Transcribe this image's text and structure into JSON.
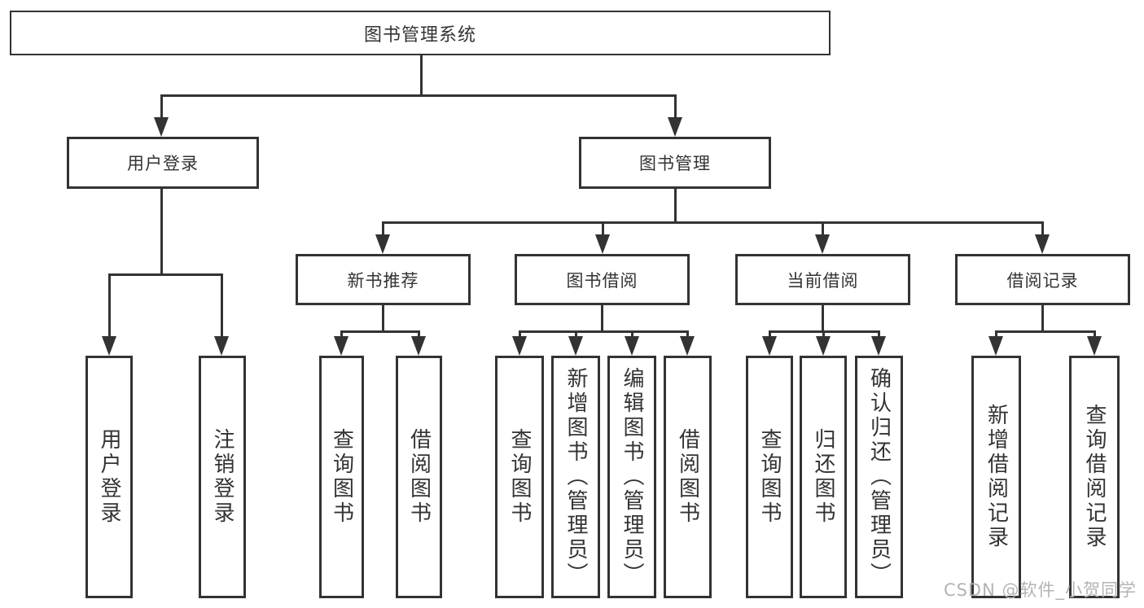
{
  "diagram": {
    "title": "图书管理系统",
    "children": [
      {
        "label": "用户登录",
        "children": [
          {
            "label": "用户登录"
          },
          {
            "label": "注销登录"
          }
        ]
      },
      {
        "label": "图书管理",
        "children": [
          {
            "label": "新书推荐",
            "children": [
              {
                "label": "查询图书"
              },
              {
                "label": "借阅图书"
              }
            ]
          },
          {
            "label": "图书借阅",
            "children": [
              {
                "label": "查询图书"
              },
              {
                "label": "新增图书（管理员）"
              },
              {
                "label": "编辑图书（管理员）"
              },
              {
                "label": "借阅图书"
              }
            ]
          },
          {
            "label": "当前借阅",
            "children": [
              {
                "label": "查询图书"
              },
              {
                "label": "归还图书"
              },
              {
                "label": "确认归还（管理员）"
              }
            ]
          },
          {
            "label": "借阅记录",
            "children": [
              {
                "label": "新增借阅记录"
              },
              {
                "label": "查询借阅记录"
              }
            ]
          }
        ]
      }
    ]
  },
  "watermark": {
    "text": "CSDN @软件_小贺同学"
  },
  "colors": {
    "line": "#333333",
    "box_border": "#333333",
    "text": "#333333",
    "background": "#ffffff",
    "watermark": "#b3b3b3"
  }
}
